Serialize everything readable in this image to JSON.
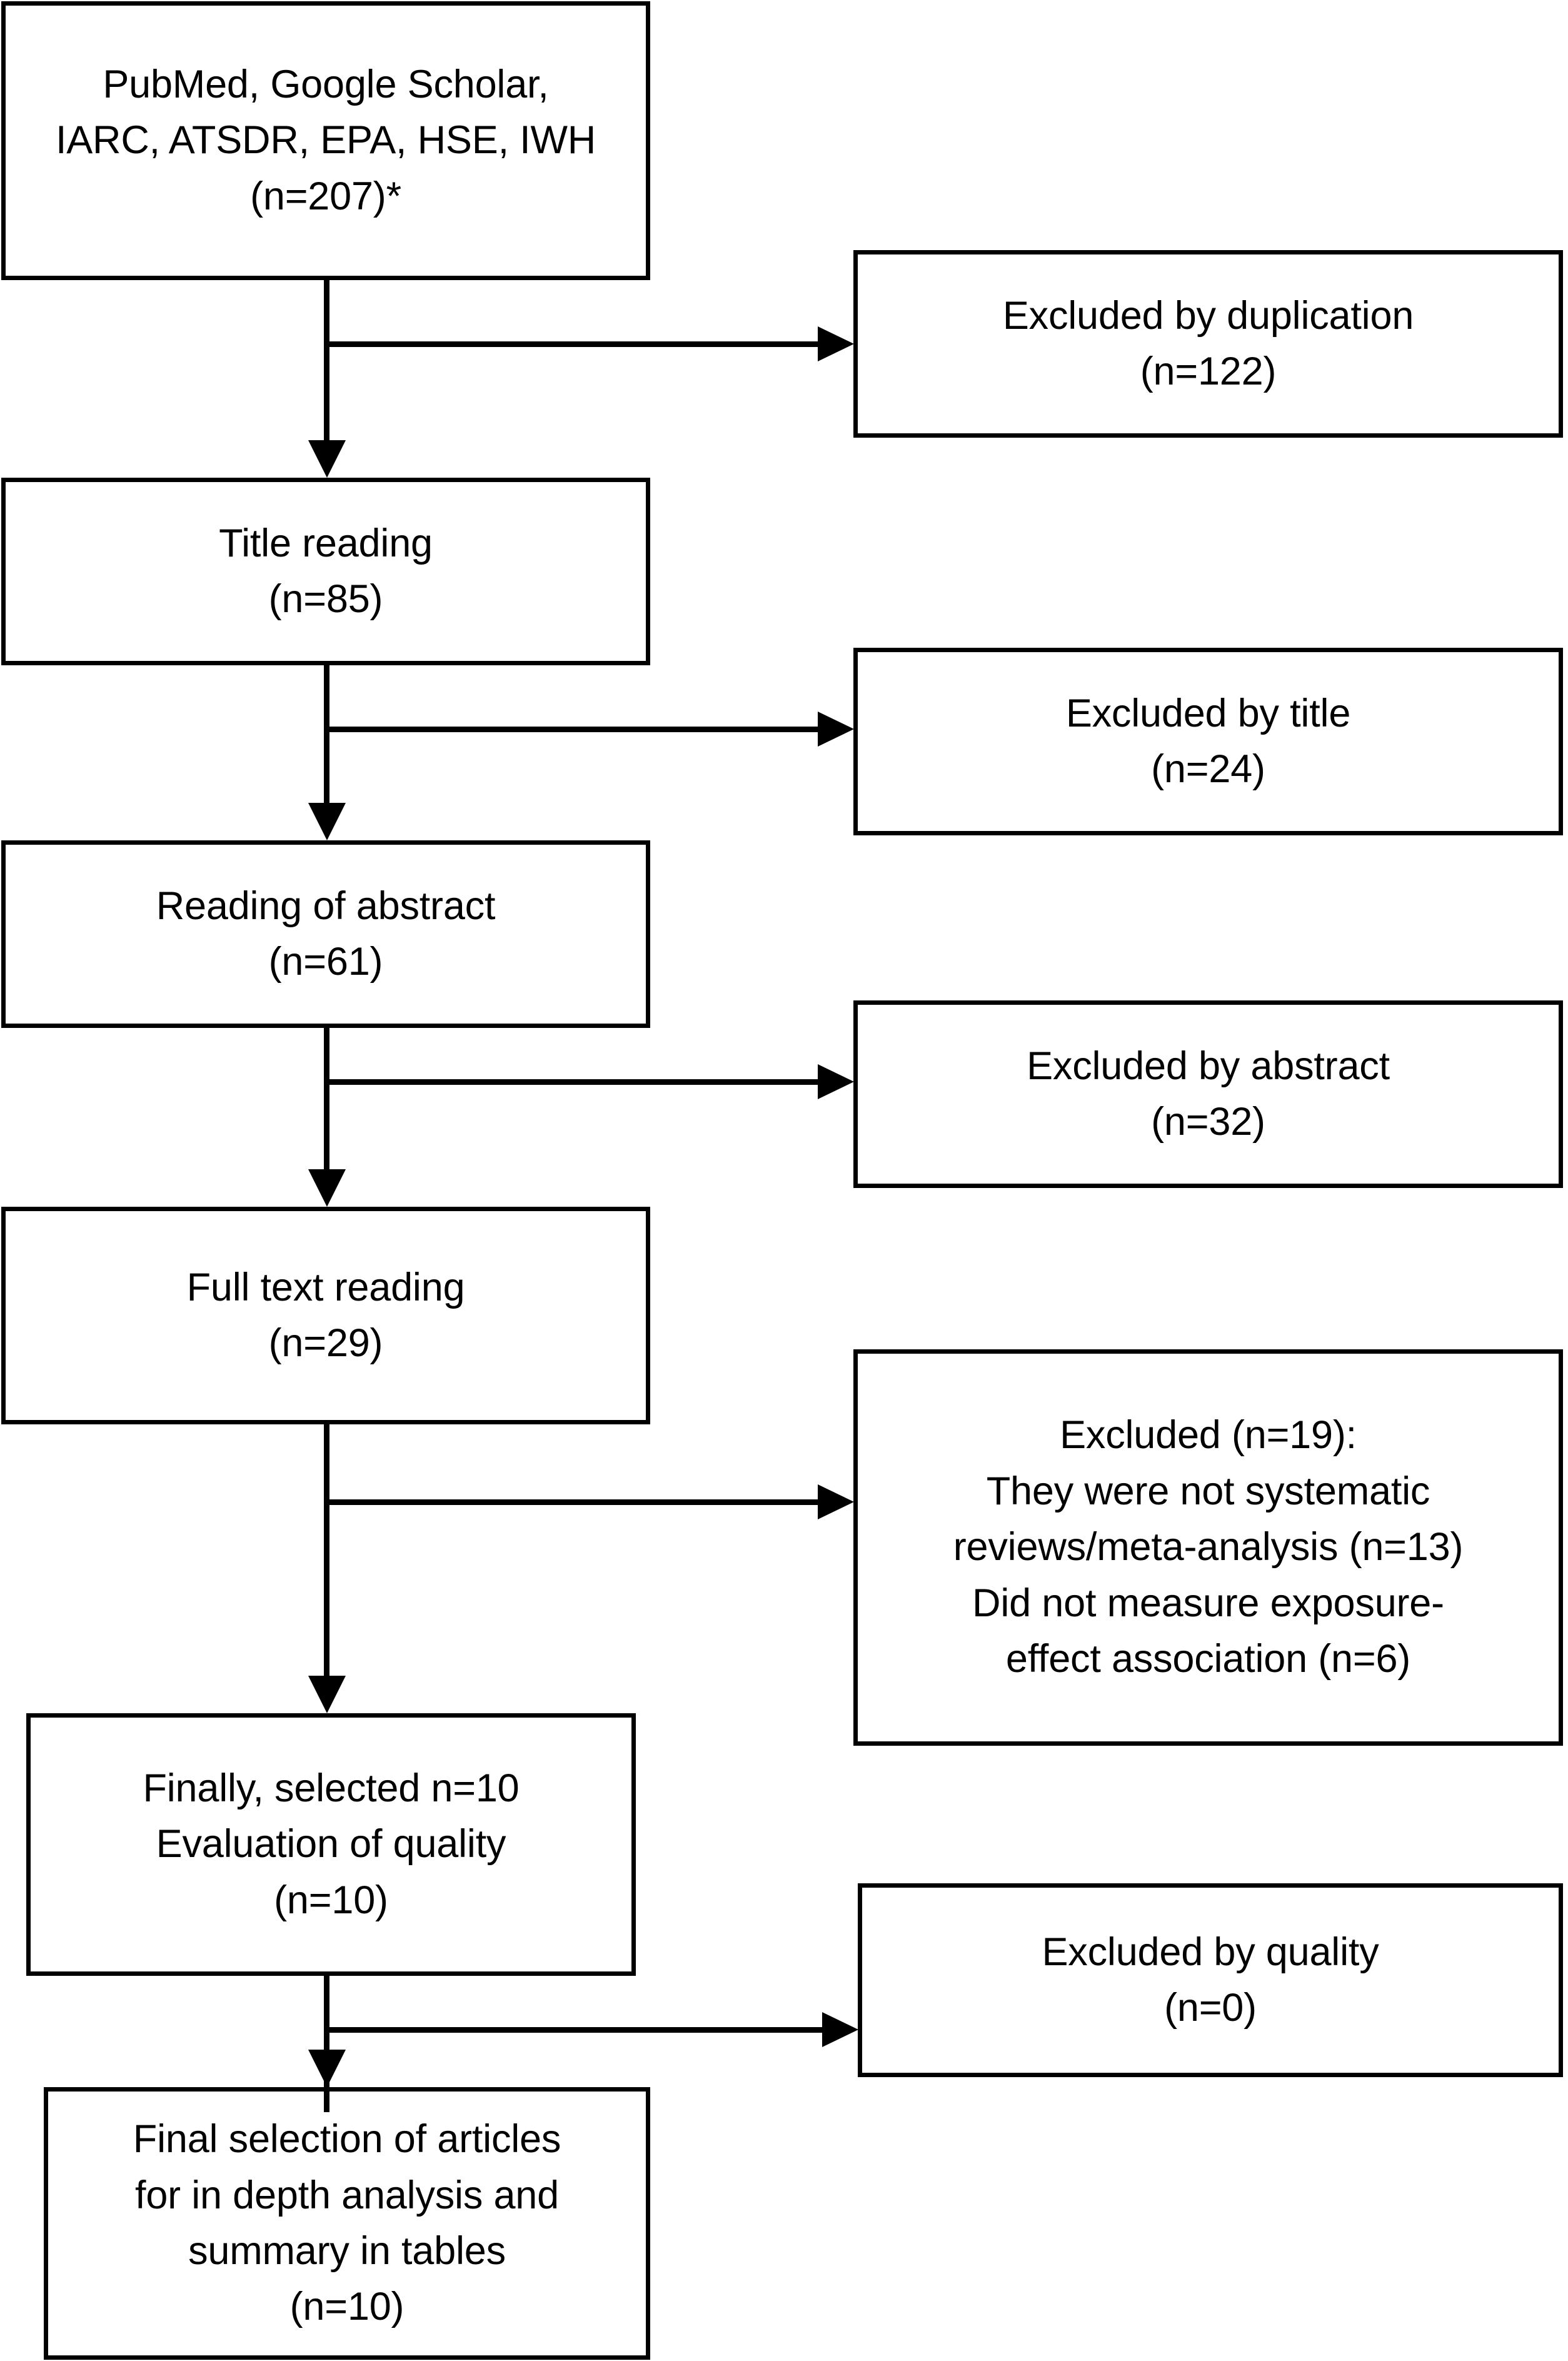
{
  "diagram": {
    "title": "PRISMA study selection flow diagram",
    "type": "flowchart",
    "stroke_color": "#000000",
    "background_color": "#ffffff",
    "nodes": {
      "sources": {
        "lines": [
          "PubMed, Google Scholar,",
          "IARC, ATSDR, EPA, HSE, IWH",
          "(n=207)*"
        ],
        "count": "207"
      },
      "excluded_duplication": {
        "lines": [
          "Excluded by duplication",
          "(n=122)"
        ],
        "count": "122"
      },
      "title_reading": {
        "lines": [
          "Title reading",
          "(n=85)"
        ],
        "count": "85"
      },
      "excluded_title": {
        "lines": [
          "Excluded by title",
          "(n=24)"
        ],
        "count": "24"
      },
      "abstract_reading": {
        "lines": [
          "Reading of abstract",
          "(n=61)"
        ],
        "count": "61"
      },
      "excluded_abstract": {
        "lines": [
          "Excluded by abstract",
          "(n=32)"
        ],
        "count": "32"
      },
      "fulltext_reading": {
        "lines": [
          "Full text reading",
          "(n=29)"
        ],
        "count": "29"
      },
      "excluded_fulltext": {
        "lines": [
          "Excluded (n=19):",
          "They were not systematic",
          "reviews/meta-analysis (n=13)",
          "Did not measure exposure-",
          "effect association (n=6)"
        ],
        "count": "19",
        "reason_1_count": "13",
        "reason_2_count": "6"
      },
      "selected_quality": {
        "lines": [
          "Finally, selected n=10",
          "Evaluation of quality",
          "(n=10)"
        ],
        "count": "10"
      },
      "excluded_quality": {
        "lines": [
          "Excluded by quality",
          "(n=0)"
        ],
        "count": "0"
      },
      "final_selection": {
        "lines": [
          "Final selection of articles",
          "for in depth analysis and",
          "summary in tables",
          "(n=10)"
        ],
        "count": "10"
      }
    }
  }
}
